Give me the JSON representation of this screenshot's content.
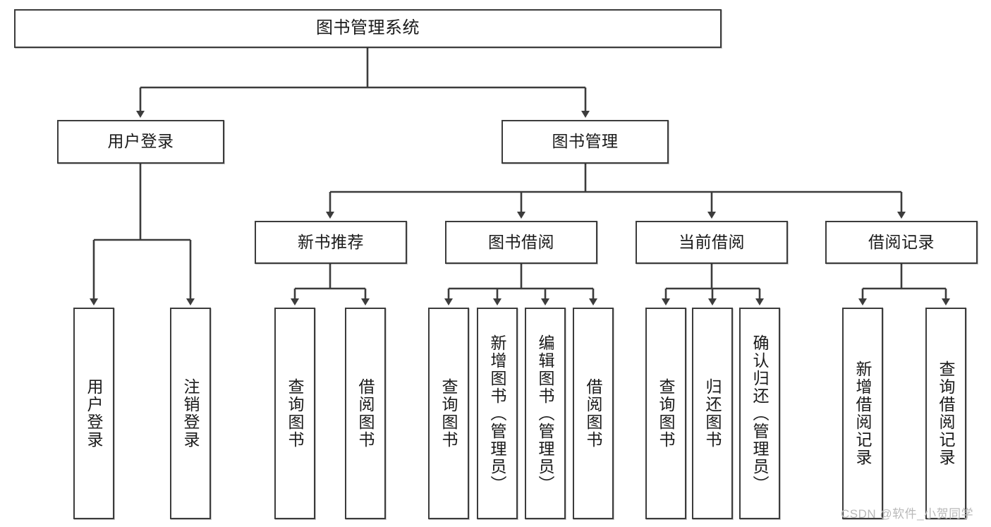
{
  "diagram": {
    "title": "图书管理系统",
    "type": "tree",
    "orientation": "top-down",
    "style": {
      "box_border_color": "#3c3c3c",
      "box_fill_color": "#ffffff",
      "line_color": "#3c3c3c",
      "text_color": "#1a1a1a",
      "watermark_color": "#b9b9b9"
    },
    "nodes": {
      "root": {
        "label": "图书管理系统"
      },
      "level2": [
        {
          "id": "user-login",
          "label": "用户登录"
        },
        {
          "id": "book-management",
          "label": "图书管理"
        }
      ],
      "level3": [
        {
          "id": "new-book-recommend",
          "label": "新书推荐"
        },
        {
          "id": "book-borrow",
          "label": "图书借阅"
        },
        {
          "id": "current-borrow",
          "label": "当前借阅"
        },
        {
          "id": "borrow-record",
          "label": "借阅记录"
        }
      ],
      "leaves": {
        "user-login": [
          {
            "id": "leaf-user-login",
            "label": "用户登录"
          },
          {
            "id": "leaf-user-logout",
            "label": "注销登录"
          }
        ],
        "new-book-recommend": [
          {
            "id": "leaf-query-book-1",
            "label": "查询图书"
          },
          {
            "id": "leaf-borrow-book-1",
            "label": "借阅图书"
          }
        ],
        "book-borrow": [
          {
            "id": "leaf-query-book-2",
            "label": "查询图书"
          },
          {
            "id": "leaf-add-book",
            "label": "新增图书（管理员）"
          },
          {
            "id": "leaf-edit-book",
            "label": "编辑图书（管理员）"
          },
          {
            "id": "leaf-borrow-book-2",
            "label": "借阅图书"
          }
        ],
        "current-borrow": [
          {
            "id": "leaf-query-book-3",
            "label": "查询图书"
          },
          {
            "id": "leaf-return-book",
            "label": "归还图书"
          },
          {
            "id": "leaf-confirm-return",
            "label": "确认归还（管理员）"
          }
        ],
        "borrow-record": [
          {
            "id": "leaf-add-record",
            "label": "新增借阅记录"
          },
          {
            "id": "leaf-query-record",
            "label": "查询借阅记录"
          }
        ]
      }
    }
  },
  "watermark": {
    "text": "CSDN @软件_小贺同学"
  }
}
